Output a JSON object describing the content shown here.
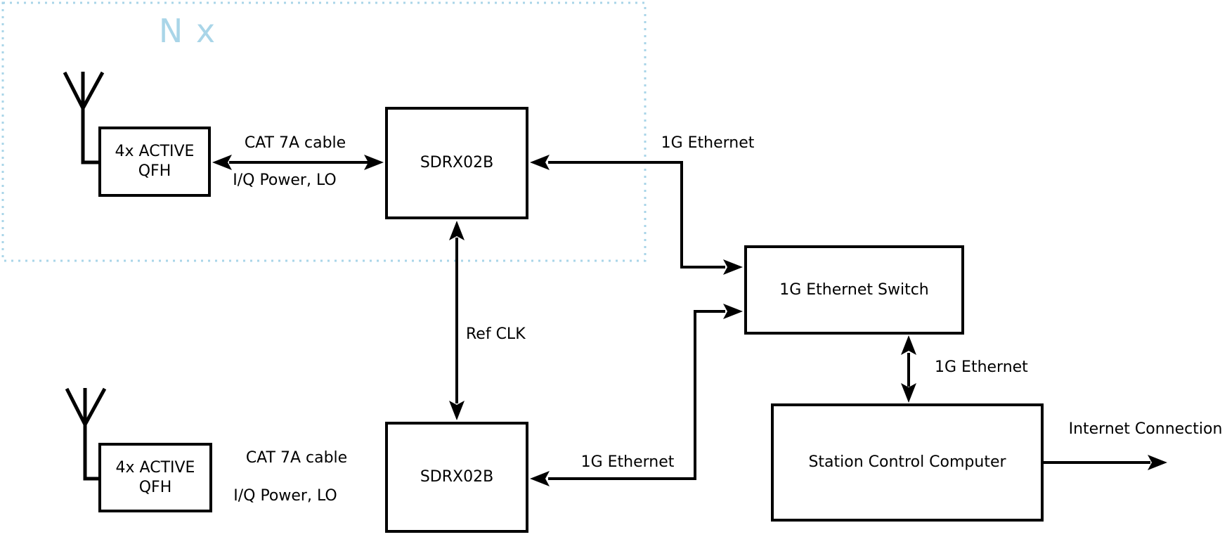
{
  "diagram": {
    "group_label": "N x",
    "nodes": {
      "qfh_top": {
        "line1": "4x ACTIVE",
        "line2": "QFH"
      },
      "sdrx_top": {
        "label": "SDRX02B"
      },
      "qfh_bottom": {
        "line1": "4x ACTIVE",
        "line2": "QFH"
      },
      "sdrx_bottom": {
        "label": "SDRX02B"
      },
      "ethernet_switch": {
        "label": "1G Ethernet Switch"
      },
      "station_computer": {
        "label": "Station Control Computer"
      }
    },
    "edge_labels": {
      "cat7a_top": "CAT 7A cable",
      "iq_power_top": "I/Q Power, LO",
      "ethernet_top": "1G Ethernet",
      "ref_clk": "Ref CLK",
      "ethernet_bottom": "1G Ethernet",
      "cat7a_bottom": "CAT 7A cable",
      "iq_power_bottom": "I/Q Power, LO",
      "ethernet_right": "1G Ethernet",
      "internet": "Internet Connection"
    },
    "colors": {
      "accent_blue": "#a9d5e8",
      "line_black": "#000000",
      "background": "#ffffff"
    }
  }
}
